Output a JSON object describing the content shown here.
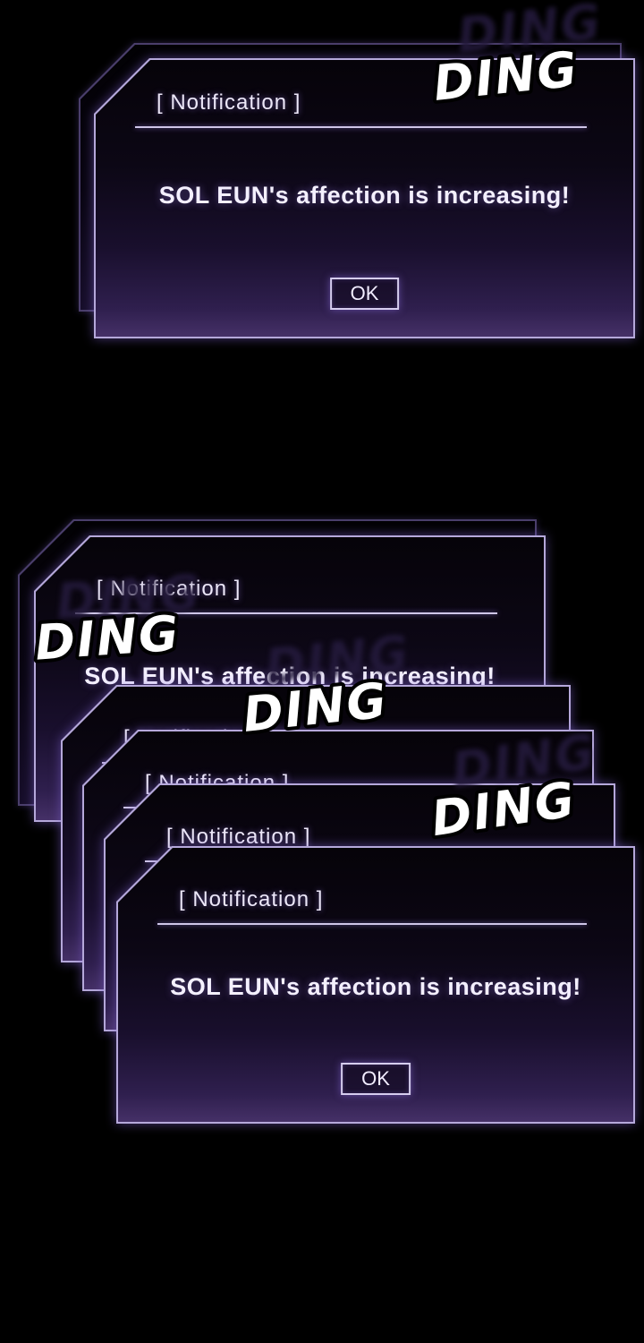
{
  "dialog": {
    "header": "[ Notification ]",
    "message": "SOL EUN's affection is increasing!",
    "ok_label": "OK"
  },
  "sfx": {
    "ding": "DING"
  },
  "style": {
    "background": "#000000",
    "border_color": "#b5a8da",
    "glow_color": "#8062d4",
    "title_color": "#ece7f8",
    "message_color": "#f4f0ff",
    "panel_gradient_top": "#060309",
    "panel_gradient_bottom": "#453067",
    "sfx_fill": "#ffffff",
    "sfx_outline": "#000000"
  }
}
